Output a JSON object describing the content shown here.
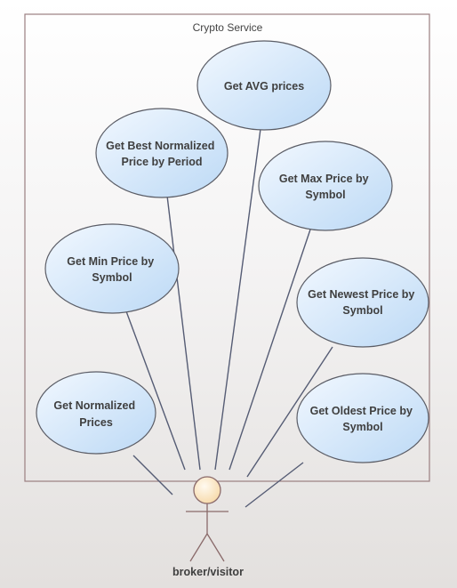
{
  "system": {
    "title": "Crypto Service"
  },
  "actor": {
    "name": "broker/visitor"
  },
  "use_cases": [
    {
      "id": "avg",
      "lines": [
        "Get AVG prices"
      ]
    },
    {
      "id": "best-normalized",
      "lines": [
        "Get Best Normalized",
        "Price by Period"
      ]
    },
    {
      "id": "max",
      "lines": [
        "Get Max Price by",
        "Symbol"
      ]
    },
    {
      "id": "min",
      "lines": [
        "Get Min Price by",
        "Symbol"
      ]
    },
    {
      "id": "newest",
      "lines": [
        "Get Newest Price by",
        "Symbol"
      ]
    },
    {
      "id": "normalized",
      "lines": [
        "Get Normalized",
        "Prices"
      ]
    },
    {
      "id": "oldest",
      "lines": [
        "Get Oldest Price by",
        "Symbol"
      ]
    }
  ],
  "colors": {
    "use_case_fill_light": "#f2f8ff",
    "use_case_fill_dark": "#bcd9f5",
    "actor_head_light": "#fffaf0",
    "actor_head_dark": "#f7d9a8"
  }
}
